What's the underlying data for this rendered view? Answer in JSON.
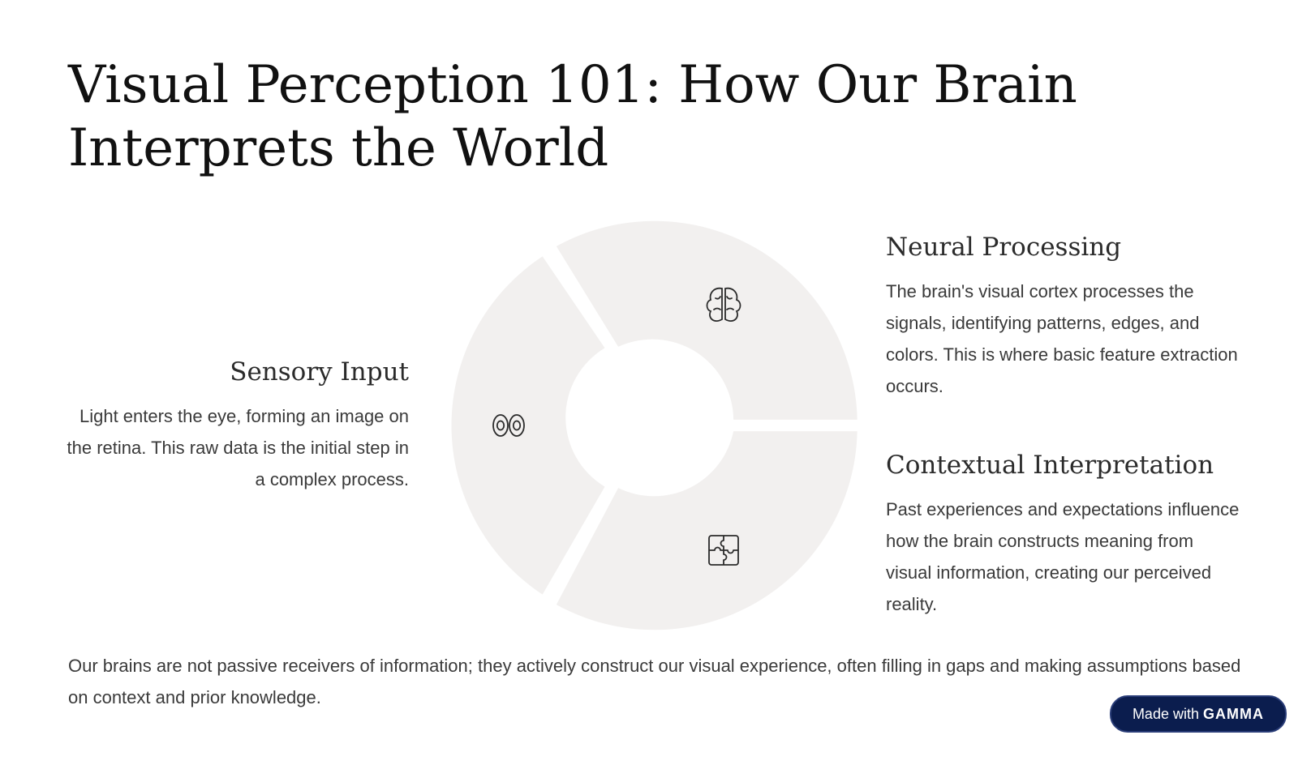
{
  "title": "Visual Perception 101: How Our Brain Interprets the World",
  "segments": [
    {
      "id": "sensory",
      "heading": "Sensory Input",
      "text": "Light enters the eye, forming an image on the retina. This raw data is the initial step in a complex process.",
      "icon": "eyes-icon"
    },
    {
      "id": "neural",
      "heading": "Neural Processing",
      "text": "The brain's visual cortex processes the signals, identifying patterns, edges, and colors. This is where basic feature extraction occurs.",
      "icon": "brain-icon"
    },
    {
      "id": "context",
      "heading": "Contextual Interpretation",
      "text": "Past experiences and expectations influence how the brain constructs meaning from visual information, creating our perceived reality.",
      "icon": "puzzle-icon"
    }
  ],
  "footer": "Our brains are not passive receivers of information; they actively construct our visual experience, often filling in gaps and making assumptions based on context and prior knowledge.",
  "badge": {
    "prefix": "Made with",
    "brand": "GAMMA"
  },
  "colors": {
    "segment_fill": "#f2f0ef",
    "icon_stroke": "#2b2b2b",
    "badge_bg": "#0b1d4e"
  }
}
